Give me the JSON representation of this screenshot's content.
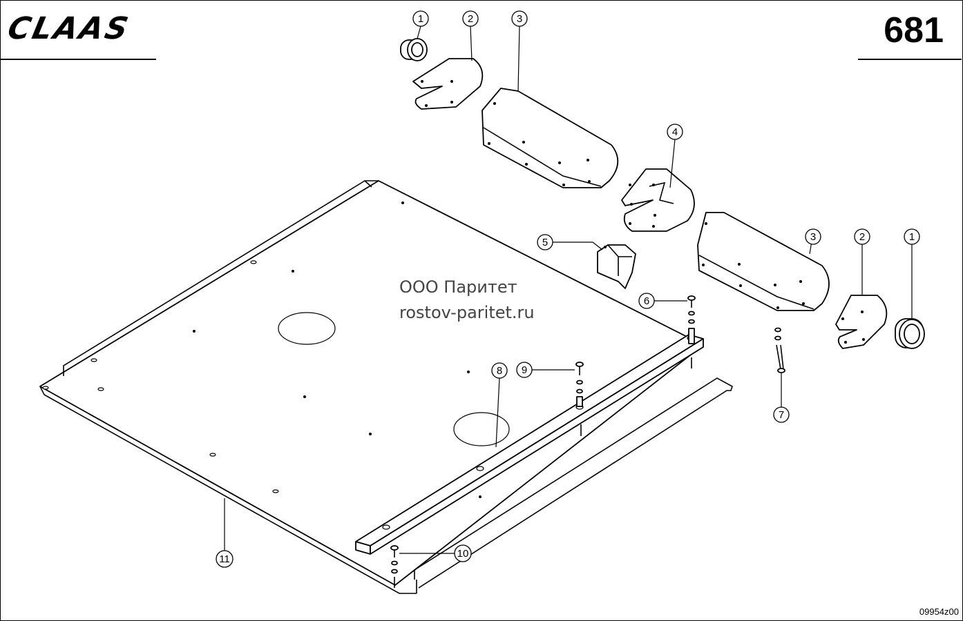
{
  "header": {
    "brand_logo": "CLAAS",
    "page_number": "681"
  },
  "watermark": {
    "line1": "ООО Паритет",
    "line2": "rostov-paritet.ru"
  },
  "footer": {
    "drawing_code": "09954z00"
  },
  "callouts": [
    {
      "id": "c1a",
      "label": "1"
    },
    {
      "id": "c2a",
      "label": "2"
    },
    {
      "id": "c3a",
      "label": "3"
    },
    {
      "id": "c4",
      "label": "4"
    },
    {
      "id": "c5",
      "label": "5"
    },
    {
      "id": "c3b",
      "label": "3"
    },
    {
      "id": "c2b",
      "label": "2"
    },
    {
      "id": "c1b",
      "label": "1"
    },
    {
      "id": "c6",
      "label": "6"
    },
    {
      "id": "c7",
      "label": "7"
    },
    {
      "id": "c8",
      "label": "8"
    },
    {
      "id": "c9",
      "label": "9"
    },
    {
      "id": "c10",
      "label": "10"
    },
    {
      "id": "c11",
      "label": "11"
    }
  ]
}
